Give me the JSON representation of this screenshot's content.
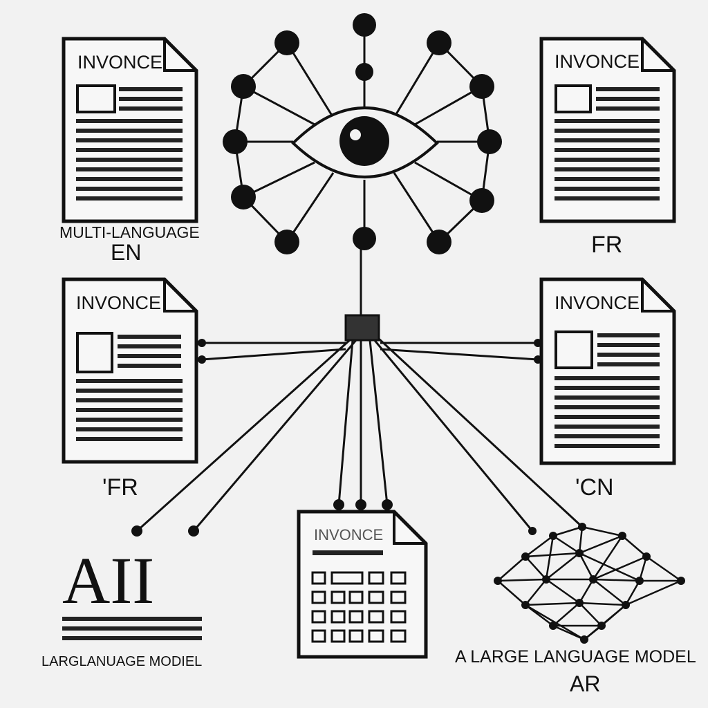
{
  "documents": {
    "doc_top_left": {
      "header": "INVONCE",
      "caption_line1": "MULTI-LANGUAGE",
      "caption_line2": "EN"
    },
    "doc_top_right": {
      "header": "INVONCE",
      "caption": "FR"
    },
    "doc_mid_left": {
      "header": "INVONCE",
      "caption": "'FR"
    },
    "doc_mid_right": {
      "header": "INVONCE",
      "caption": "'CN"
    },
    "doc_bottom_center": {
      "header": "INVONCE"
    }
  },
  "ai_block": {
    "title": "AII",
    "caption": "LARGLANUAGE MODIEL"
  },
  "llm_block": {
    "caption_line1": "A LARGE LANGUAGE MODEL",
    "caption_line2": "AR"
  },
  "icons": [
    "eye-icon",
    "neural-network-icon",
    "document-icon",
    "chip-icon"
  ],
  "colors": {
    "background": "#f2f2f2",
    "ink": "#111111"
  }
}
